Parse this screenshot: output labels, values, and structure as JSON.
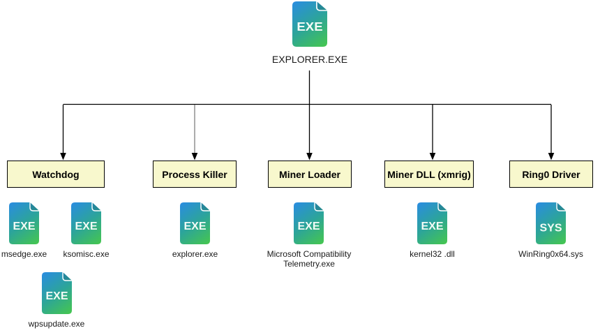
{
  "diagram": {
    "root": {
      "label": "EXPLORER.EXE",
      "badge": "EXE"
    },
    "groups": [
      {
        "label": "Watchdog",
        "files": [
          {
            "name": "msedge.exe",
            "badge": "EXE"
          },
          {
            "name": "ksomisc.exe",
            "badge": "EXE"
          },
          {
            "name": "wpsupdate.exe",
            "badge": "EXE"
          }
        ]
      },
      {
        "label": "Process Killer",
        "files": [
          {
            "name": "explorer.exe",
            "badge": "EXE"
          }
        ]
      },
      {
        "label": "Miner Loader",
        "files": [
          {
            "name": "Microsoft Compatibility Telemetry.exe",
            "badge": "EXE"
          }
        ]
      },
      {
        "label": "Miner DLL (xmrig)",
        "files": [
          {
            "name": "kernel32 .dll",
            "badge": "EXE"
          }
        ]
      },
      {
        "label": "Ring0 Driver",
        "files": [
          {
            "name": "WinRing0x64.sys",
            "badge": "SYS"
          }
        ]
      }
    ],
    "colors": {
      "icon_gradient_top": "#2a8ce2",
      "icon_gradient_mid": "#2ea68f",
      "icon_gradient_bottom": "#4ac84b",
      "box_fill": "#f8f8cd",
      "box_border": "#000000",
      "connector": "#000000"
    }
  }
}
